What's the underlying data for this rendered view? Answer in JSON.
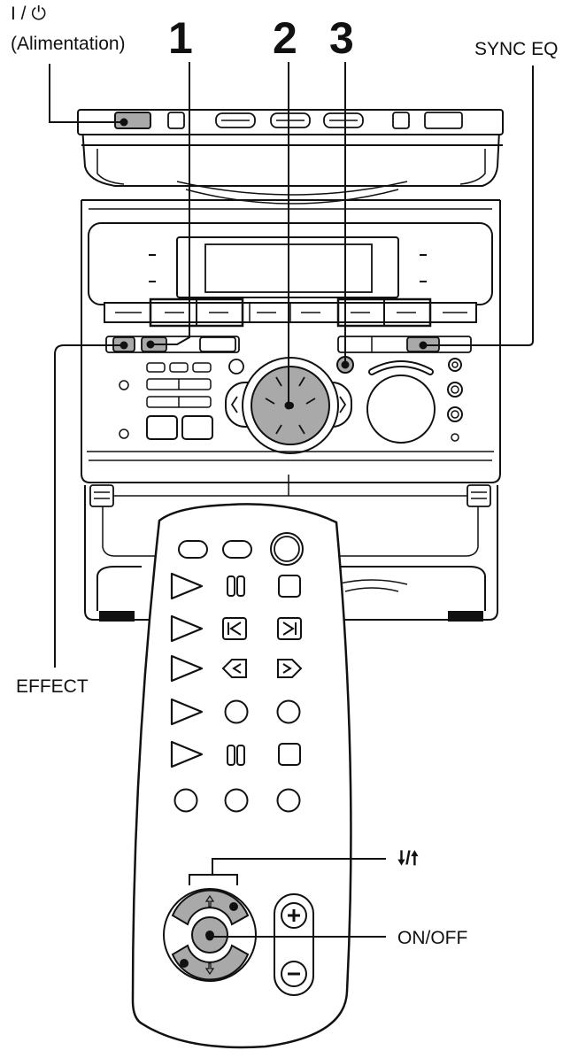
{
  "labels": {
    "power_symbol": "I / ⏻",
    "power": "(Alimentation)",
    "num1": "1",
    "num2": "2",
    "num3": "3",
    "sync_eq": "SYNC EQ",
    "effect": "EFFECT",
    "arrows": "🠗/🠕",
    "on_off": "ON/OFF"
  },
  "colors": {
    "ink": "#111111",
    "highlight": "#a9a9a9",
    "panel": "#ffffff"
  }
}
